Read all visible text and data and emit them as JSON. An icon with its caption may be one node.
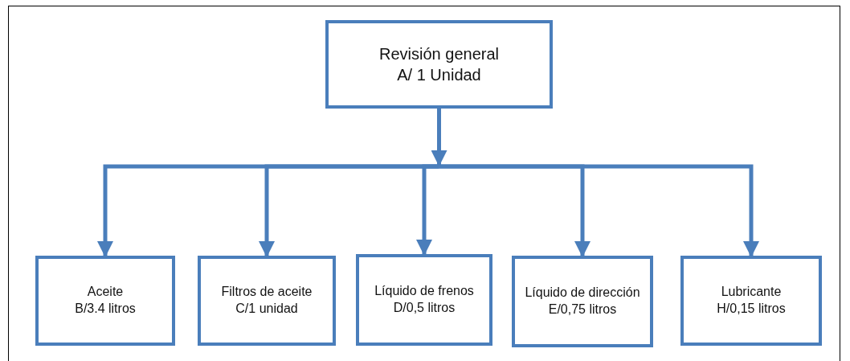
{
  "diagram": {
    "nodes": [
      {
        "text": [
          "Revisión general",
          "A/ 1 Unidad"
        ]
      },
      {
        "text": [
          "Aceite",
          "B/3.4 litros"
        ]
      },
      {
        "text": [
          "Filtros de aceite",
          "C/1 unidad"
        ]
      },
      {
        "text": [
          "Líquido de frenos",
          "D/0,5 litros"
        ]
      },
      {
        "text": [
          "Líquido de dirección",
          "E/0,75 litros"
        ]
      },
      {
        "text": [
          "Lubricante",
          "H/0,15 litros"
        ]
      }
    ],
    "edges": [
      {
        "from": 0,
        "to": 1,
        "arrow": "to"
      },
      {
        "from": 0,
        "to": 2,
        "arrow": "to"
      },
      {
        "from": 0,
        "to": 3,
        "arrow": "to"
      },
      {
        "from": 0,
        "to": 4,
        "arrow": "to"
      },
      {
        "from": 0,
        "to": 5,
        "arrow": "to"
      }
    ]
  }
}
